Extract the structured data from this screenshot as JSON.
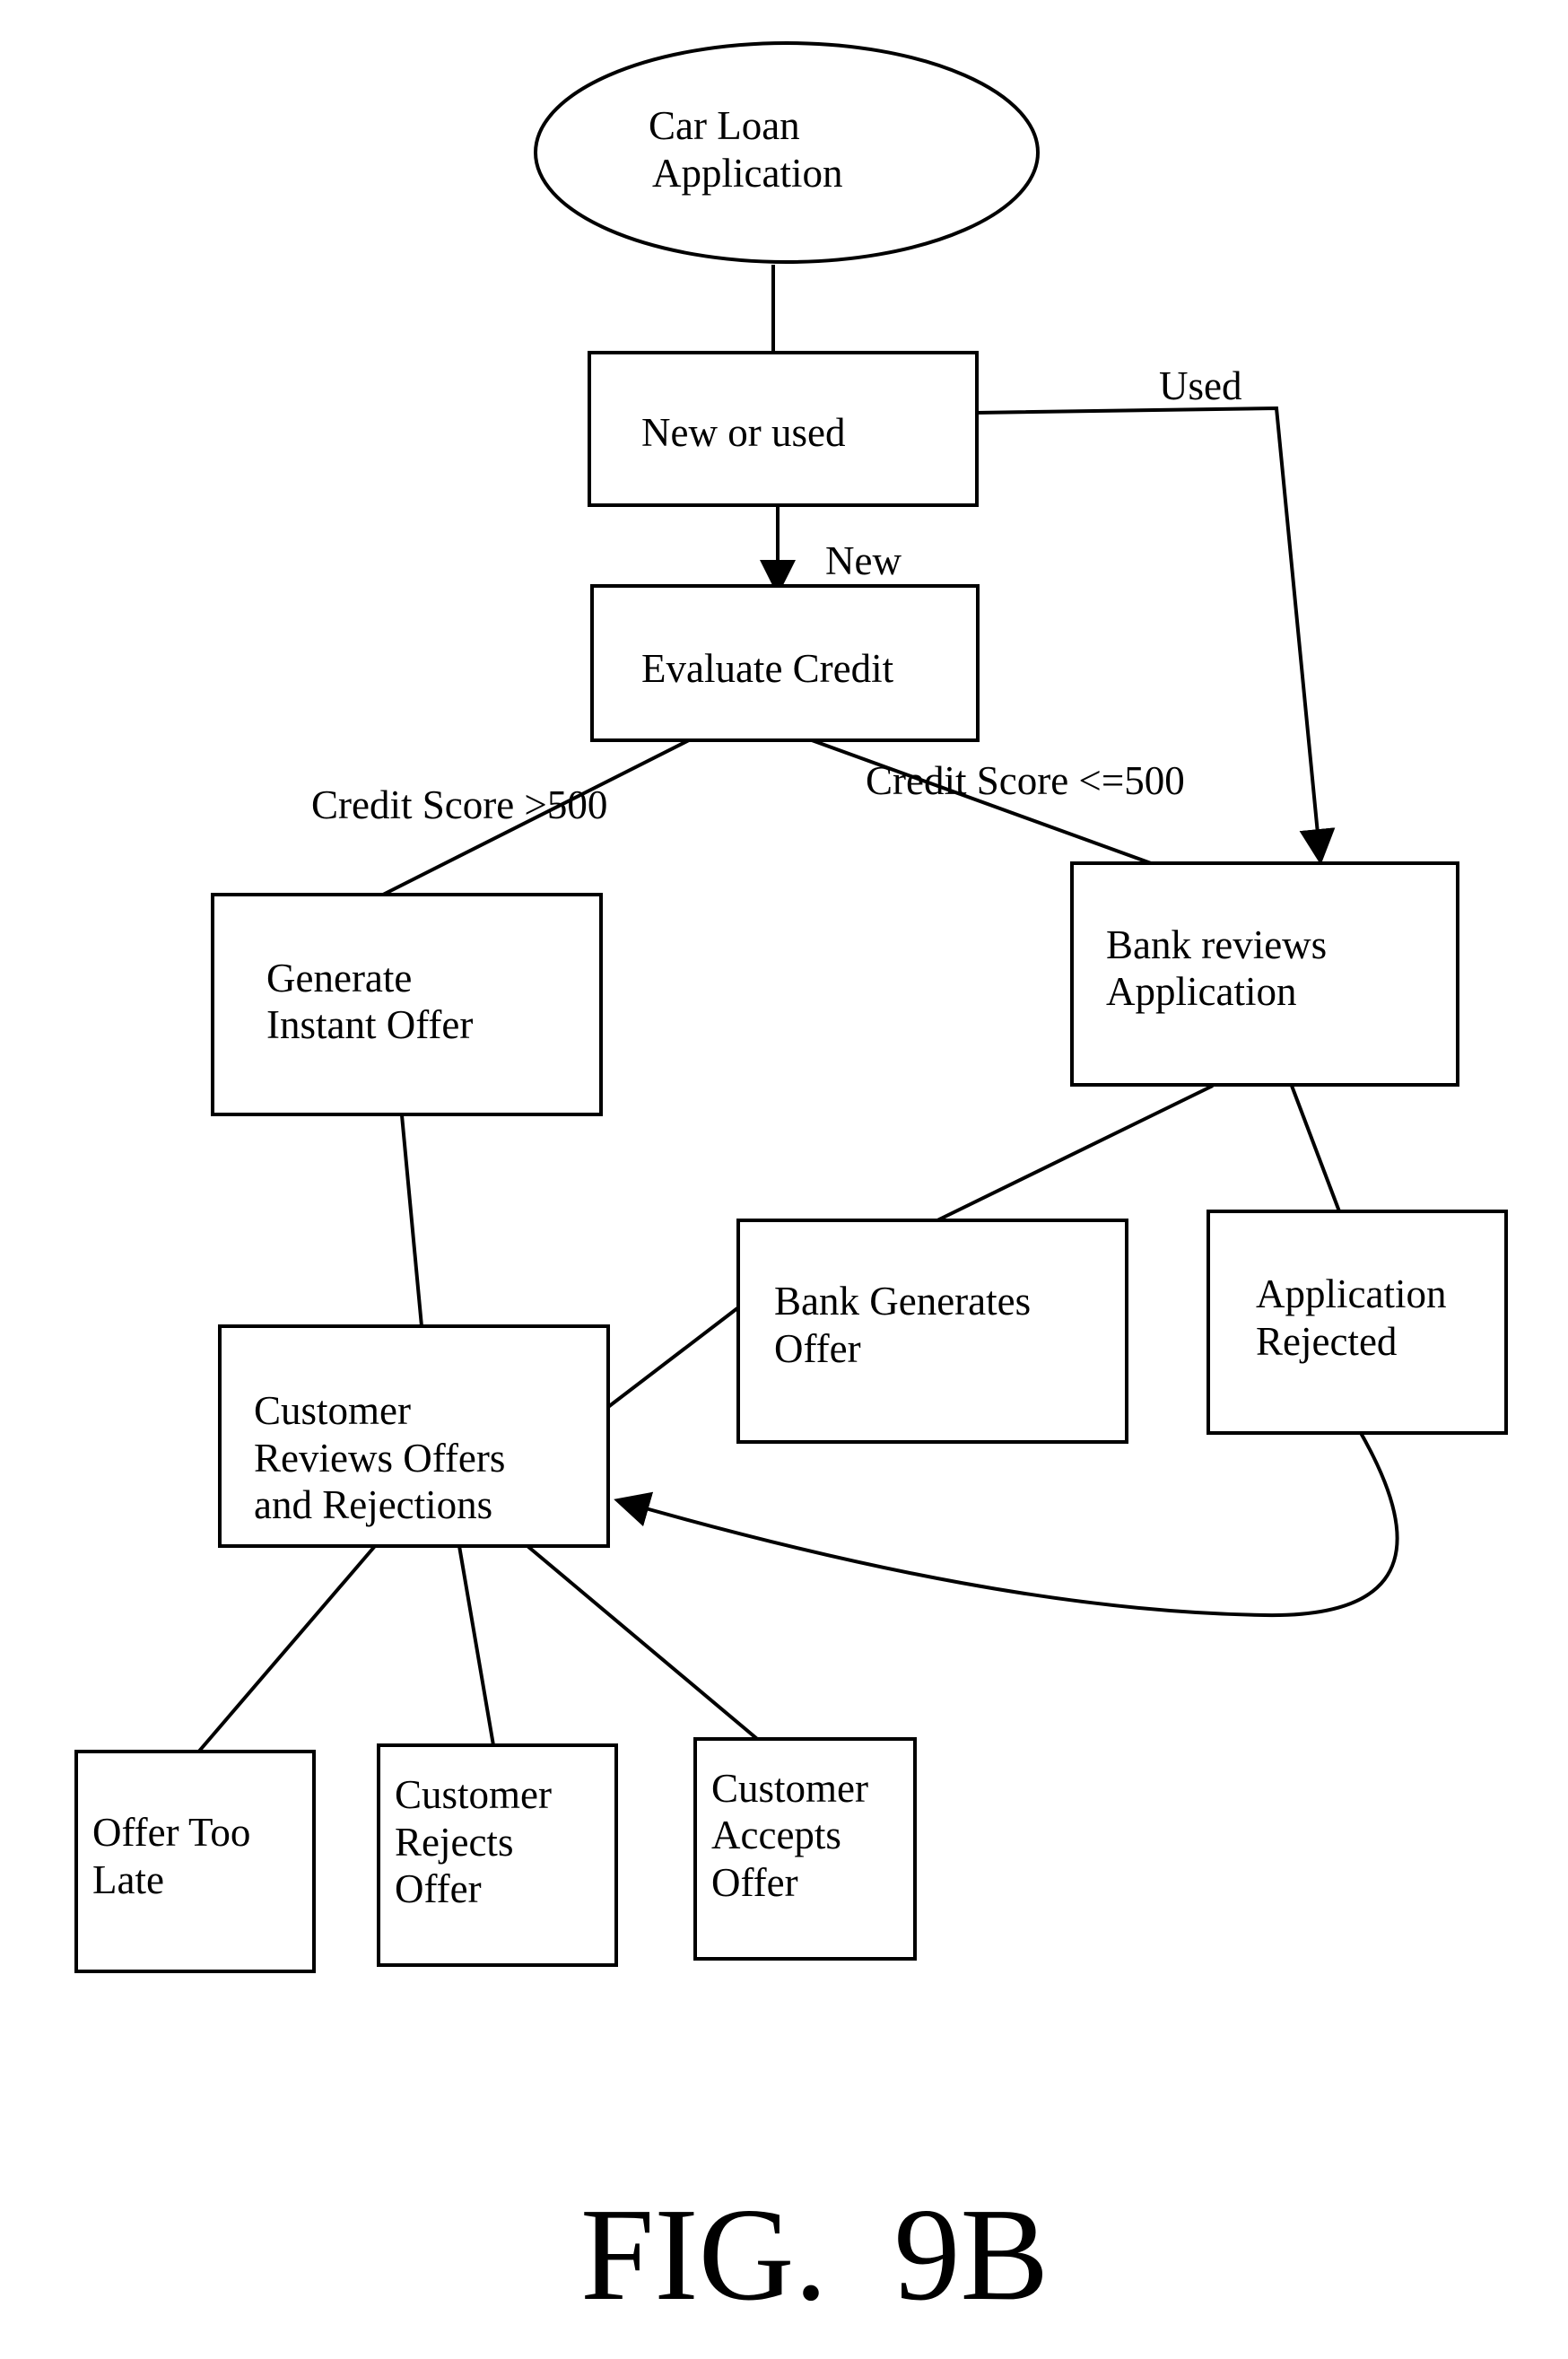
{
  "nodes": {
    "start": {
      "shape": "ellipse",
      "lines": [
        "Car Loan",
        "Application"
      ]
    },
    "new_or_used": {
      "shape": "rect",
      "lines": [
        "New or used"
      ]
    },
    "evaluate_credit": {
      "shape": "rect",
      "lines": [
        "Evaluate Credit"
      ]
    },
    "instant_offer": {
      "shape": "rect",
      "lines": [
        "Generate",
        "Instant Offer"
      ]
    },
    "bank_reviews": {
      "shape": "rect",
      "lines": [
        "Bank reviews",
        "Application"
      ]
    },
    "bank_generates": {
      "shape": "rect",
      "lines": [
        "Bank Generates",
        "Offer"
      ]
    },
    "application_rejected": {
      "shape": "rect",
      "lines": [
        "Application",
        "Rejected"
      ]
    },
    "customer_reviews": {
      "shape": "rect",
      "lines": [
        "Customer",
        "Reviews Offers",
        "and Rejections"
      ]
    },
    "offer_too_late": {
      "shape": "rect",
      "lines": [
        "Offer Too",
        "Late"
      ]
    },
    "customer_rejects": {
      "shape": "rect",
      "lines": [
        "Customer",
        "Rejects",
        "Offer"
      ]
    },
    "customer_accepts": {
      "shape": "rect",
      "lines": [
        "Customer",
        "Accepts",
        "Offer"
      ]
    }
  },
  "edges": [
    {
      "from": "start",
      "to": "new_or_used",
      "label": ""
    },
    {
      "from": "new_or_used",
      "to": "evaluate_credit",
      "label": "New"
    },
    {
      "from": "new_or_used",
      "to": "bank_reviews",
      "label": "Used"
    },
    {
      "from": "evaluate_credit",
      "to": "instant_offer",
      "label": "Credit Score >500"
    },
    {
      "from": "evaluate_credit",
      "to": "bank_reviews",
      "label": "Credit Score <=500"
    },
    {
      "from": "instant_offer",
      "to": "customer_reviews",
      "label": ""
    },
    {
      "from": "bank_reviews",
      "to": "bank_generates",
      "label": ""
    },
    {
      "from": "bank_reviews",
      "to": "application_rejected",
      "label": ""
    },
    {
      "from": "bank_generates",
      "to": "customer_reviews",
      "label": ""
    },
    {
      "from": "application_rejected",
      "to": "customer_reviews",
      "label": ""
    },
    {
      "from": "customer_reviews",
      "to": "offer_too_late",
      "label": ""
    },
    {
      "from": "customer_reviews",
      "to": "customer_rejects",
      "label": ""
    },
    {
      "from": "customer_reviews",
      "to": "customer_accepts",
      "label": ""
    }
  ],
  "caption": "FIG.  9B"
}
